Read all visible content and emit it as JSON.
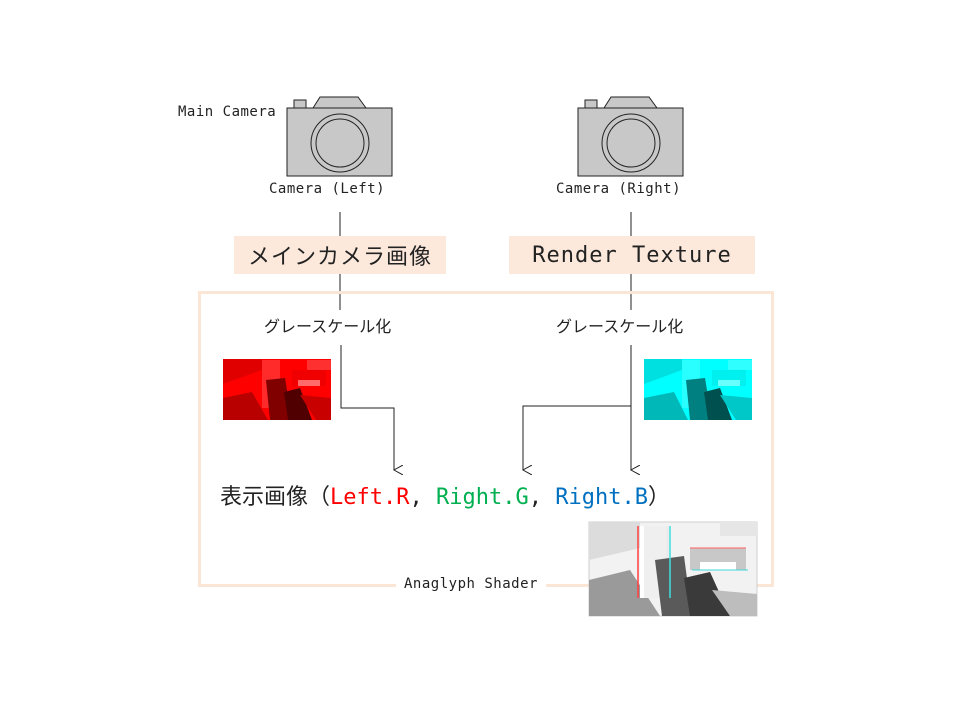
{
  "main_camera_label": "Main Camera",
  "camera_left": {
    "label": "Camera (Left)"
  },
  "camera_right": {
    "label": "Camera (Right)"
  },
  "main_image_box": "メインカメラ画像",
  "render_texture_box": "Render Texture",
  "grayscale_left": "グレースケール化",
  "grayscale_right": "グレースケール化",
  "output": {
    "prefix": "表示画像（",
    "left": "Left.R",
    "sep1": ", ",
    "green": "Right.G",
    "sep2": ", ",
    "blue": "Right.B",
    "suffix": "）"
  },
  "shader_label": "Anaglyph Shader",
  "colors": {
    "red_channel": "#ff0000",
    "green_channel": "#00b050",
    "blue_channel": "#0070c0",
    "cyan_channel": "#00ffff",
    "box_fill": "#fce9dc",
    "frame_stroke": "#fbe6d6",
    "camera_fill": "#c8c8c8"
  },
  "icons": [
    "camera-icon",
    "camera-icon",
    "arrow-down-icon",
    "arrow-down-icon",
    "arrow-down-icon"
  ]
}
